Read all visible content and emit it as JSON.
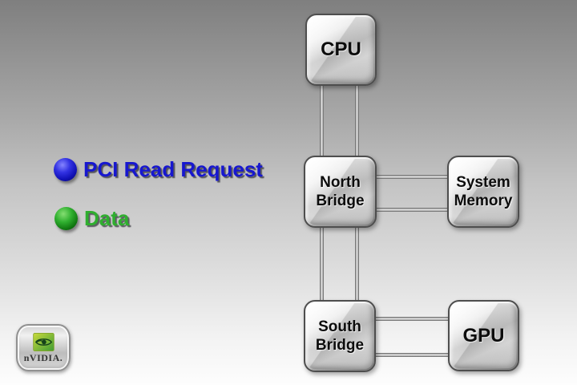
{
  "slide": {
    "legend": {
      "items": [
        {
          "label": "PCI Read Request",
          "text_color": "#1717cf",
          "ball_color": "#2222dd",
          "ball_icon": "blue-sphere-icon"
        },
        {
          "label": "Data",
          "text_color": "#2fae2f",
          "ball_color": "#28a828",
          "ball_icon": "green-sphere-icon"
        }
      ]
    },
    "nodes": {
      "cpu": {
        "label": "CPU"
      },
      "north_bridge": {
        "line1": "North",
        "line2": "Bridge"
      },
      "system_memory": {
        "line1": "System",
        "line2": "Memory"
      },
      "south_bridge": {
        "line1": "South",
        "line2": "Bridge"
      },
      "gpu": {
        "label": "GPU"
      }
    },
    "connections": [
      {
        "from": "CPU",
        "to": "North Bridge",
        "style": "double-line-bus"
      },
      {
        "from": "North Bridge",
        "to": "System Memory",
        "style": "double-line-bus"
      },
      {
        "from": "North Bridge",
        "to": "South Bridge",
        "style": "double-line-bus"
      },
      {
        "from": "South Bridge",
        "to": "GPU",
        "style": "double-line-bus"
      }
    ],
    "logo": {
      "brand": "nVIDIA."
    }
  }
}
